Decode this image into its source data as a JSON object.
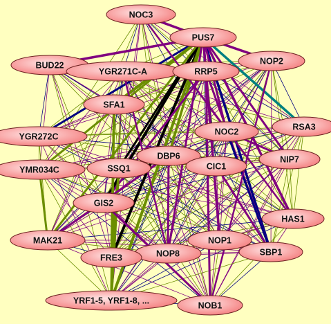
{
  "colors": {
    "background": "#ffffc0",
    "node_fill_center": "#ffe4e4",
    "node_fill_edge": "#f47c7c",
    "node_stroke": "#6b2020",
    "edge_purple": "#800080",
    "edge_olive": "#6b8e00",
    "edge_navy": "#000080",
    "edge_black": "#000000",
    "edge_teal": "#008080"
  },
  "nodes": [
    {
      "id": "NOC3",
      "label": "NOC3"
    },
    {
      "id": "PUS7",
      "label": "PUS7"
    },
    {
      "id": "NOP2",
      "label": "NOP2"
    },
    {
      "id": "BUD22",
      "label": "BUD22"
    },
    {
      "id": "YGR271C-A",
      "label": "YGR271C-A"
    },
    {
      "id": "RRP5",
      "label": "RRP5"
    },
    {
      "id": "SFA1",
      "label": "SFA1"
    },
    {
      "id": "RSA3",
      "label": "RSA3"
    },
    {
      "id": "NOC2",
      "label": "NOC2"
    },
    {
      "id": "YGR272C",
      "label": "YGR272C"
    },
    {
      "id": "DBP6",
      "label": "DBP6"
    },
    {
      "id": "NIP7",
      "label": "NIP7"
    },
    {
      "id": "CIC1",
      "label": "CIC1"
    },
    {
      "id": "YMR034C",
      "label": "YMR034C"
    },
    {
      "id": "SSQ1",
      "label": "SSQ1"
    },
    {
      "id": "GIS2",
      "label": "GIS2"
    },
    {
      "id": "HAS1",
      "label": "HAS1"
    },
    {
      "id": "MAK21",
      "label": "MAK21"
    },
    {
      "id": "NOP1",
      "label": "NOP1"
    },
    {
      "id": "SBP1",
      "label": "SBP1"
    },
    {
      "id": "NOP8",
      "label": "NOP8"
    },
    {
      "id": "FRE3",
      "label": "FRE3"
    },
    {
      "id": "YRF",
      "label": "YRF1-5, YRF1-8, ..."
    },
    {
      "id": "NOB1",
      "label": "NOB1"
    }
  ]
}
